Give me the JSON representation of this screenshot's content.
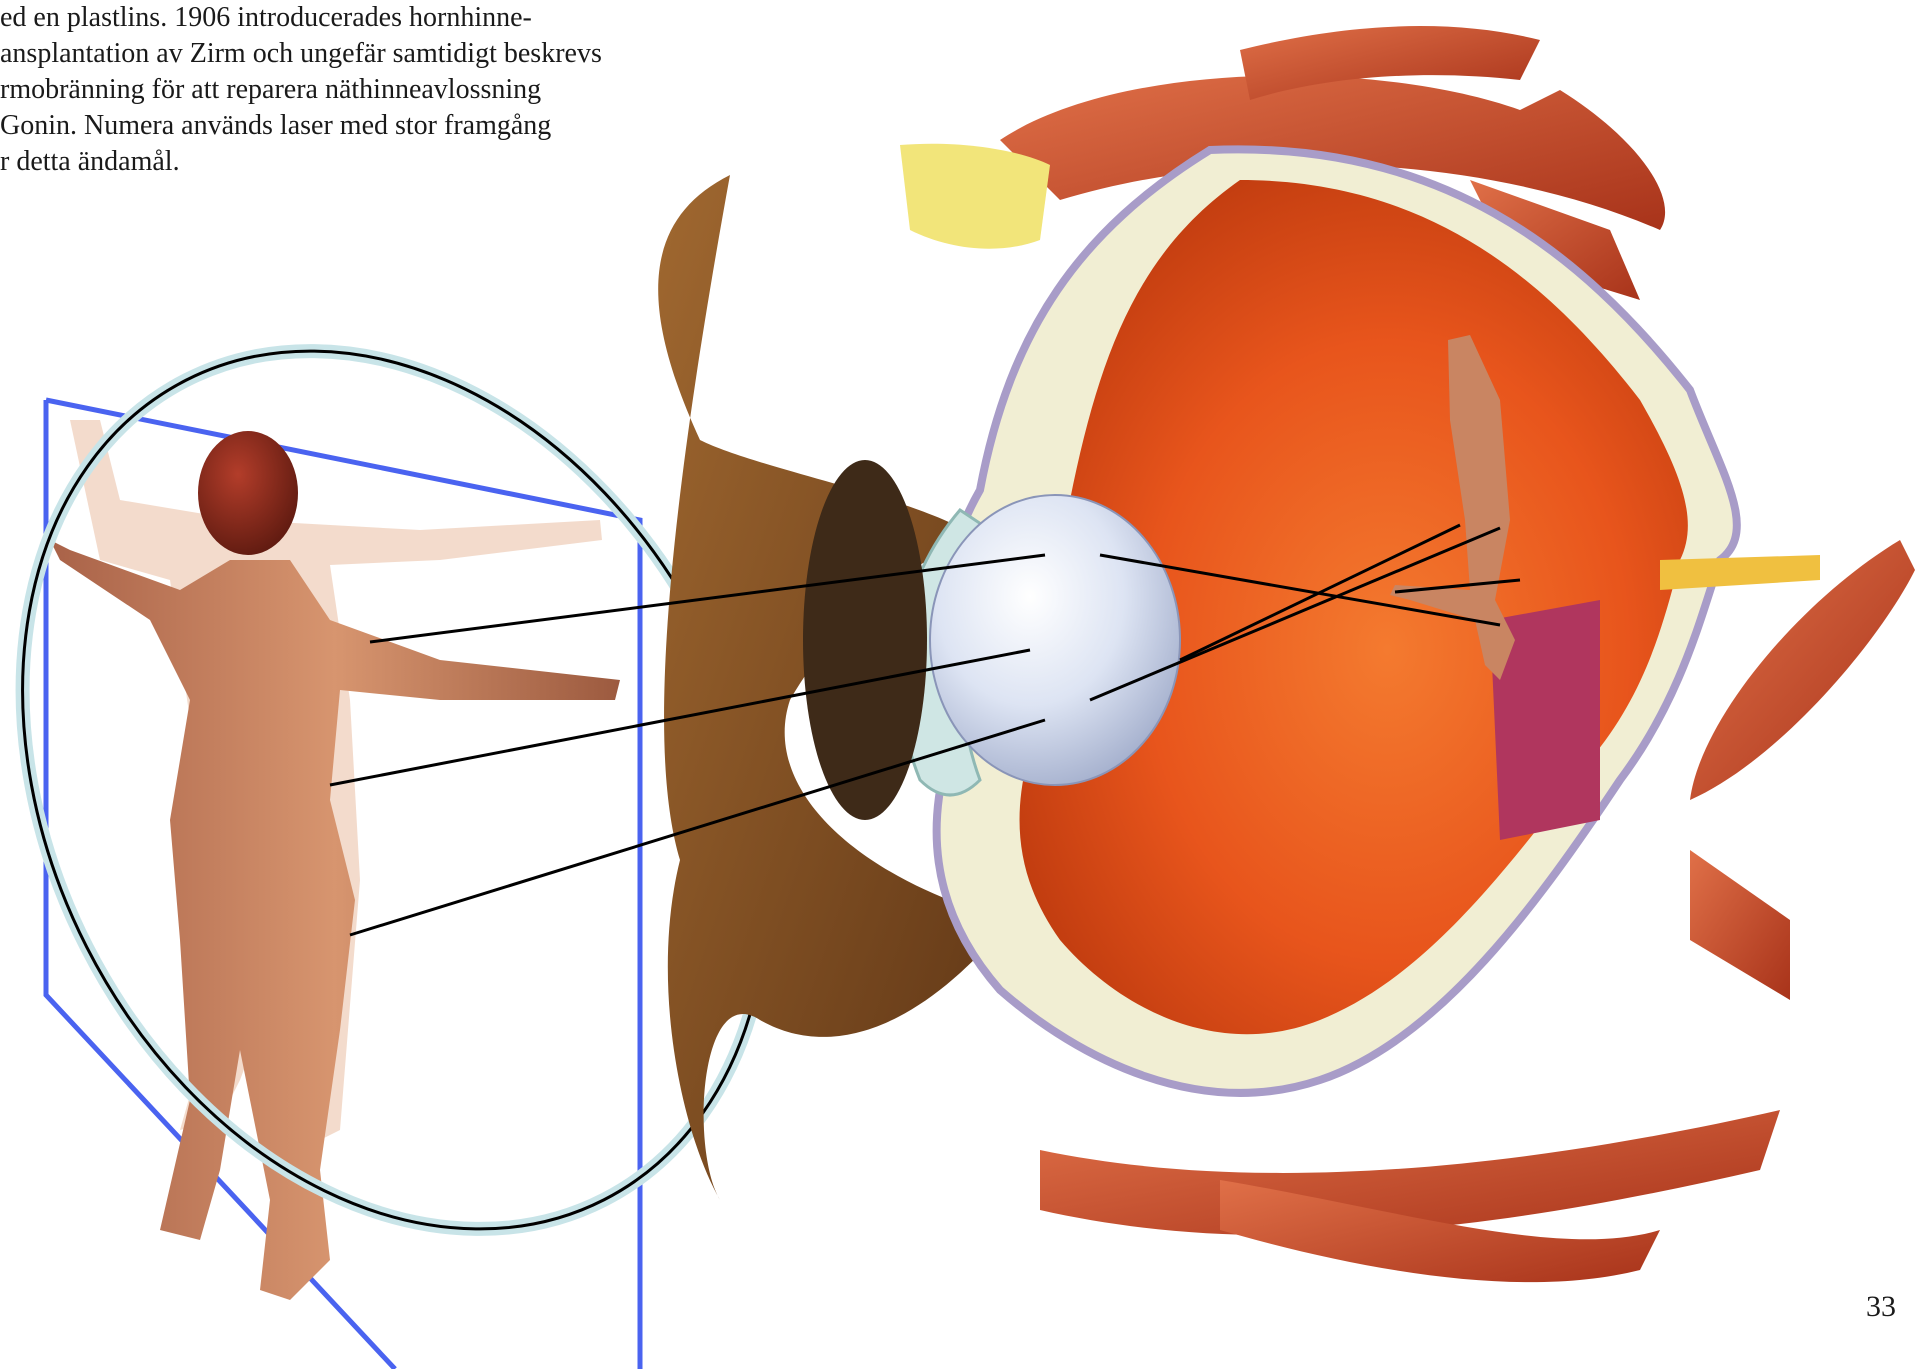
{
  "body_text": {
    "lines": [
      "ed en plastlins. 1906 introducerades hornhinne-",
      "ansplantation av Zirm och ungefär samtidigt beskrevs",
      "rmobränning för att reparera näthinneavlossning",
      " Gonin. Numera används laser med stor framgång",
      "r detta ändamål."
    ]
  },
  "page_number": "33",
  "colors": {
    "picture_plane": "#4a63f0",
    "lens_ellipse_fill": "#c8e4e8",
    "retina": "#e8501a",
    "sclera": "#f1eed3",
    "skin": "#c98562",
    "ghost_skin": "#f0d2bf",
    "muscle": "#cc4e2a",
    "eyelid": "#7a4a1f"
  }
}
